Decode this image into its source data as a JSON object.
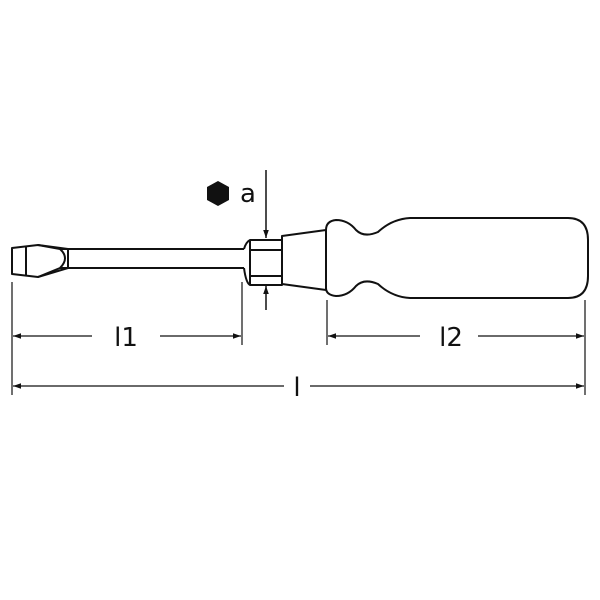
{
  "diagram": {
    "subject": "slotted screwdriver technical drawing",
    "stroke_color": "#111111",
    "background": "#ffffff",
    "labels": {
      "hex_symbol": "hexagon-icon",
      "hex_label": "a",
      "blade_length": "l1",
      "handle_length": "l2",
      "total_length": "l"
    }
  }
}
